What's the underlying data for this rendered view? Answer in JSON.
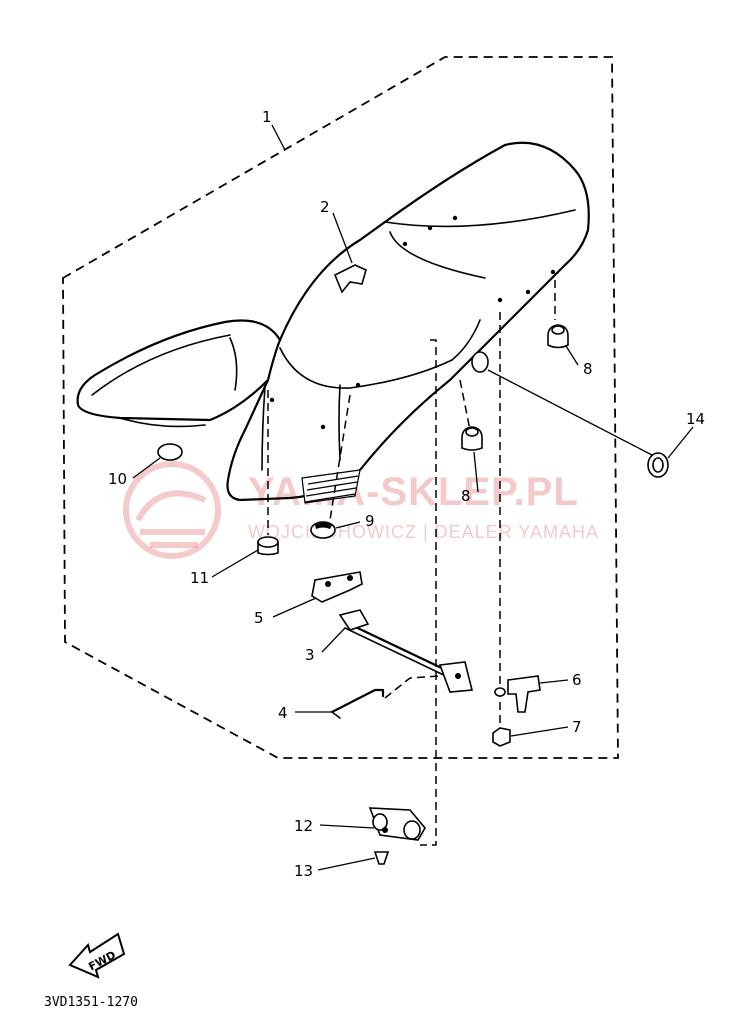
{
  "callouts": {
    "c1": "1",
    "c2": "2",
    "c3": "3",
    "c4": "4",
    "c5": "5",
    "c6": "6",
    "c7": "7",
    "c8a": "8",
    "c8b": "8",
    "c9": "9",
    "c10": "10",
    "c11": "11",
    "c12": "12",
    "c13": "13",
    "c14": "14"
  },
  "fwd_label": "FWD",
  "drawing_code": "3VD1351-1270",
  "watermark": {
    "title": "YAMA-SKLEP.PL",
    "subtitle": "WOJCIECHOWICZ | DEALER YAMAHA",
    "color": "#e68a8a"
  }
}
